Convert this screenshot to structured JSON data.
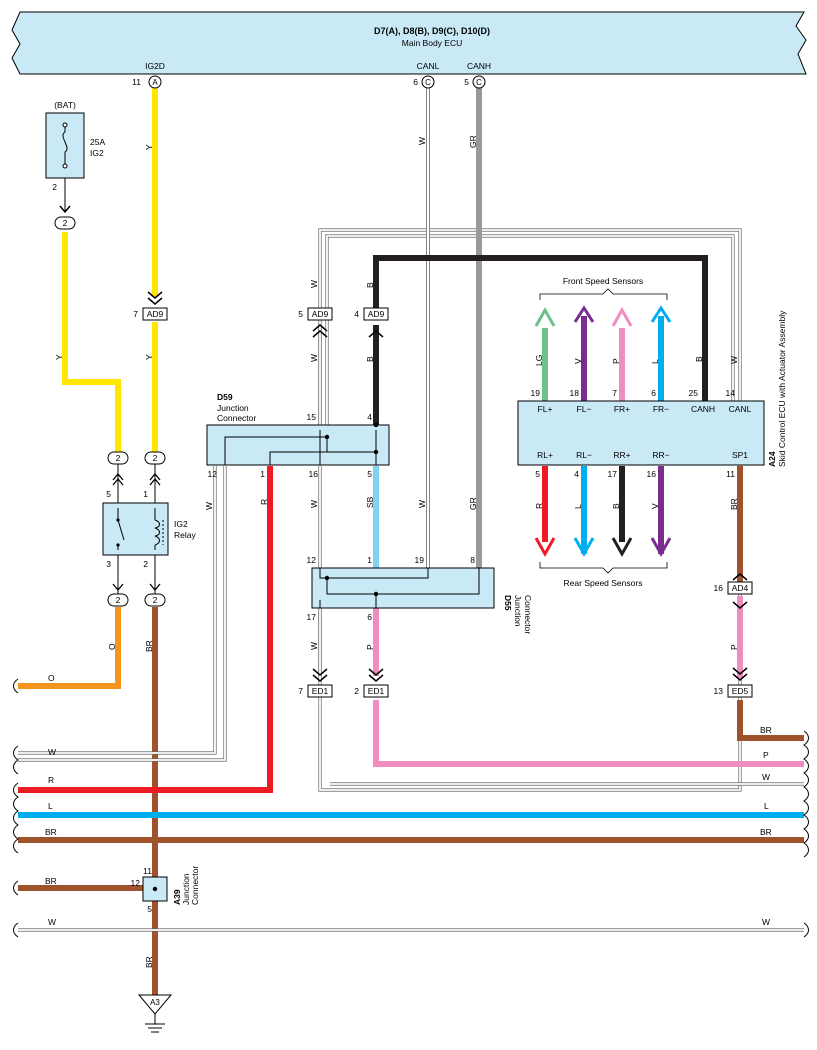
{
  "ecu": {
    "title": "D7(A), D8(B), D9(C), D10(D)",
    "subtitle": "Main Body ECU",
    "pins": {
      "ig2d": {
        "name": "IG2D",
        "pin": "11",
        "conn": "A"
      },
      "canl": {
        "name": "CANL",
        "pin": "6",
        "conn": "C"
      },
      "canh": {
        "name": "CANH",
        "pin": "5",
        "conn": "C"
      }
    }
  },
  "fuse": {
    "source": "(BAT)",
    "rating": "25A",
    "name": "IG2",
    "pin": "2",
    "conn_pin": "2"
  },
  "relay": {
    "name": "IG2",
    "label": "Relay",
    "pins": [
      "5",
      "1",
      "3",
      "2"
    ],
    "conn_pin": "2"
  },
  "wire_colors": {
    "Y": "#FFE600",
    "O": "#F7941D",
    "BR": "#A0522D",
    "R": "#ED1C24",
    "L": "#00AEEF",
    "W": "#FFFFFF",
    "GR": "#999999",
    "B": "#231F20",
    "SB": "#7FD3F0",
    "P": "#F08CC0",
    "LG": "#6CC08A",
    "V": "#7B2C8F"
  },
  "wire_labels": {
    "y": "Y",
    "w": "W",
    "gr": "GR",
    "b": "B",
    "r": "R",
    "sb": "SB",
    "p": "P",
    "br": "BR",
    "o": "O",
    "l": "L",
    "lg": "LG",
    "v": "V"
  },
  "connectors": {
    "ad9_a": {
      "id": "AD9",
      "pin": "7"
    },
    "ad9_b": {
      "id": "AD9",
      "pin": "5"
    },
    "ad9_c": {
      "id": "AD9",
      "pin": "4"
    },
    "ed1_a": {
      "id": "ED1",
      "pin": "7"
    },
    "ed1_b": {
      "id": "ED1",
      "pin": "2"
    },
    "ad4": {
      "id": "AD4",
      "pin": "16"
    },
    "ed5": {
      "id": "ED5",
      "pin": "13"
    },
    "a3": {
      "id": "A3"
    }
  },
  "d59": {
    "id": "D59",
    "line1": "Junction",
    "line2": "Connector",
    "pins": {
      "p15": "15",
      "p4": "4",
      "p12": "12",
      "p1": "1",
      "p16": "16",
      "p5": "5"
    }
  },
  "d55": {
    "id": "D55",
    "line1": "Junction",
    "line2": "Connector",
    "pins": {
      "p12": "12",
      "p1": "1",
      "p19": "19",
      "p8": "8",
      "p17": "17",
      "p6": "6"
    }
  },
  "a39": {
    "id": "A39",
    "line1": "Junction",
    "line2": "Connector",
    "pins": {
      "p11": "11",
      "p12": "12",
      "p5": "5"
    }
  },
  "a24": {
    "id": "A24",
    "name": "Skid Control ECU with Actuator Assembly",
    "top_pins": [
      {
        "num": "19",
        "name": "FL+"
      },
      {
        "num": "18",
        "name": "FL−"
      },
      {
        "num": "7",
        "name": "FR+"
      },
      {
        "num": "6",
        "name": "FR−"
      },
      {
        "num": "25",
        "name": "CANH"
      },
      {
        "num": "14",
        "name": "CANL"
      }
    ],
    "bottom_pins": [
      {
        "num": "5",
        "name": "RL+"
      },
      {
        "num": "4",
        "name": "RL−"
      },
      {
        "num": "17",
        "name": "RR+"
      },
      {
        "num": "16",
        "name": "RR−"
      },
      {
        "num": "11",
        "name": "SP1"
      }
    ]
  },
  "sensors": {
    "front": "Front Speed Sensors",
    "rear": "Rear Speed Sensors"
  }
}
